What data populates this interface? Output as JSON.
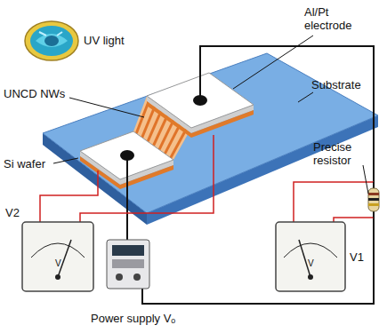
{
  "diagram": {
    "labels": [
      "UV light",
      "Al/Pt electrode",
      "Substrate",
      "UNCD NWs",
      "Si wafer",
      "Precise resistor",
      "V2",
      "V1",
      "V",
      "V",
      "Power supply Vₒ"
    ]
  }
}
